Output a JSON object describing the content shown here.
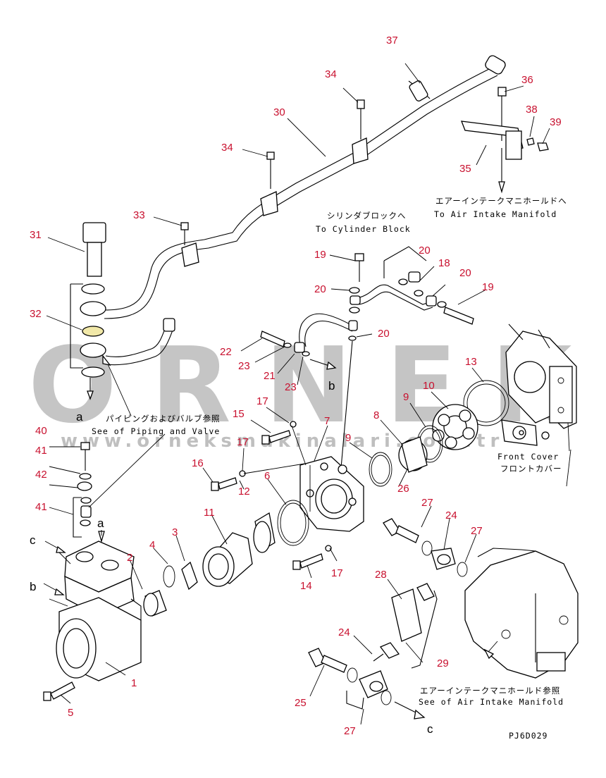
{
  "watermark": {
    "word": "ORNEK",
    "url": "www.orneksmakinalari.com.tr"
  },
  "drawing_code": "PJ6D029",
  "notes": [
    {
      "id": "to-air-intake-manifold",
      "jp": "エアーインテークマニホールドへ",
      "en": "To Air Intake Manifold"
    },
    {
      "id": "to-cylinder-block",
      "jp": "シリンダブロックへ",
      "en": "To Cylinder Block"
    },
    {
      "id": "see-piping-valve",
      "jp": "パイピングおよびバルブ参照",
      "en": "See of Piping and Valve"
    },
    {
      "id": "front-cover",
      "en": "Front Cover",
      "jp": "フロントカバー"
    },
    {
      "id": "see-air-intake-manifold",
      "jp": "エアーインテークマニホールド参照",
      "en": "See of Air Intake Manifold"
    }
  ],
  "connection_letters": [
    "a",
    "b",
    "c",
    "a",
    "b",
    "c"
  ],
  "callouts": [
    {
      "id": "37",
      "label": "37"
    },
    {
      "id": "34a",
      "label": "34"
    },
    {
      "id": "36",
      "label": "36"
    },
    {
      "id": "30",
      "label": "30"
    },
    {
      "id": "38",
      "label": "38"
    },
    {
      "id": "39",
      "label": "39"
    },
    {
      "id": "34b",
      "label": "34"
    },
    {
      "id": "35",
      "label": "35"
    },
    {
      "id": "33",
      "label": "33"
    },
    {
      "id": "31",
      "label": "31"
    },
    {
      "id": "20a",
      "label": "20"
    },
    {
      "id": "19a",
      "label": "19"
    },
    {
      "id": "18",
      "label": "18"
    },
    {
      "id": "20b",
      "label": "20"
    },
    {
      "id": "20c",
      "label": "20"
    },
    {
      "id": "19b",
      "label": "19"
    },
    {
      "id": "32",
      "label": "32"
    },
    {
      "id": "22",
      "label": "22"
    },
    {
      "id": "20d",
      "label": "20"
    },
    {
      "id": "23a",
      "label": "23"
    },
    {
      "id": "21",
      "label": "21"
    },
    {
      "id": "23b",
      "label": "23"
    },
    {
      "id": "13",
      "label": "13"
    },
    {
      "id": "10",
      "label": "10"
    },
    {
      "id": "9a",
      "label": "9"
    },
    {
      "id": "17a",
      "label": "17"
    },
    {
      "id": "15",
      "label": "15"
    },
    {
      "id": "7",
      "label": "7"
    },
    {
      "id": "8",
      "label": "8"
    },
    {
      "id": "40",
      "label": "40"
    },
    {
      "id": "17b",
      "label": "17"
    },
    {
      "id": "9b",
      "label": "9"
    },
    {
      "id": "41a",
      "label": "41"
    },
    {
      "id": "16",
      "label": "16"
    },
    {
      "id": "12",
      "label": "12"
    },
    {
      "id": "6",
      "label": "6"
    },
    {
      "id": "26",
      "label": "26"
    },
    {
      "id": "42",
      "label": "42"
    },
    {
      "id": "41b",
      "label": "41"
    },
    {
      "id": "11",
      "label": "11"
    },
    {
      "id": "27a",
      "label": "27"
    },
    {
      "id": "24a",
      "label": "24"
    },
    {
      "id": "3",
      "label": "3"
    },
    {
      "id": "4",
      "label": "4"
    },
    {
      "id": "2",
      "label": "2"
    },
    {
      "id": "27b",
      "label": "27"
    },
    {
      "id": "14",
      "label": "14"
    },
    {
      "id": "17c",
      "label": "17"
    },
    {
      "id": "28",
      "label": "28"
    },
    {
      "id": "24b",
      "label": "24"
    },
    {
      "id": "29",
      "label": "29"
    },
    {
      "id": "1",
      "label": "1"
    },
    {
      "id": "25",
      "label": "25"
    },
    {
      "id": "5",
      "label": "5"
    },
    {
      "id": "27c",
      "label": "27"
    }
  ]
}
